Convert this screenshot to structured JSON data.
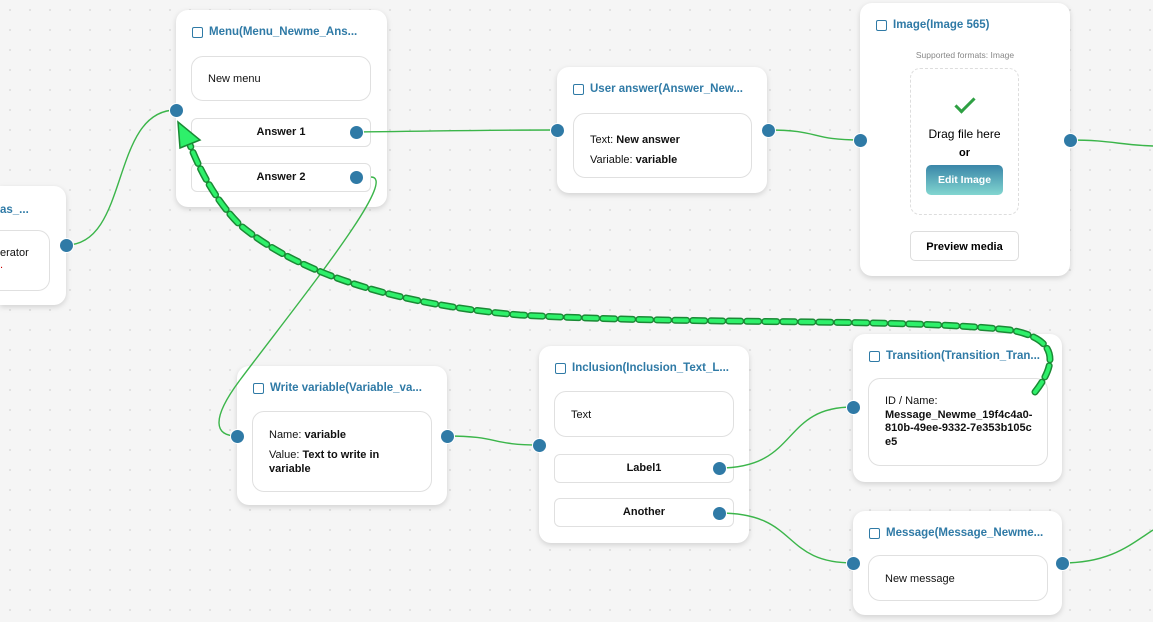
{
  "colors": {
    "accent": "#2f7aa6",
    "edge": "#3bb54a",
    "annotation": "#22e05a"
  },
  "left_node": {
    "title": "as_...",
    "line1": "erator",
    "line2": "."
  },
  "menu_node": {
    "title": "Menu(Menu_Newme_Ans...",
    "text": "New menu",
    "answers": [
      "Answer 1",
      "Answer 2"
    ]
  },
  "user_answer_node": {
    "title": "User answer(Answer_New...",
    "text_label": "Text: ",
    "text_value": "New answer",
    "var_label": "Variable: ",
    "var_value": "variable"
  },
  "image_node": {
    "title": "Image(Image 565)",
    "formats": "Supported formats: Image",
    "drag": "Drag file here",
    "or": "or",
    "edit_button": "Edit Image",
    "preview_button": "Preview media"
  },
  "write_variable_node": {
    "title": "Write variable(Variable_va...",
    "name_label": "Name: ",
    "name_value": "variable",
    "value_label": "Value: ",
    "value_value": "Text to write in variable"
  },
  "inclusion_node": {
    "title": "Inclusion(Inclusion_Text_L...",
    "text": "Text",
    "labels": [
      "Label1",
      "Another"
    ]
  },
  "transition_node": {
    "title": "Transition(Transition_Tran...",
    "id_label": "ID / Name:",
    "id_value": "Message_Newme_19f4c4a0-810b-49ee-9332-7e353b105ce5"
  },
  "message_node": {
    "title": "Message(Message_Newme...",
    "text": "New message"
  }
}
